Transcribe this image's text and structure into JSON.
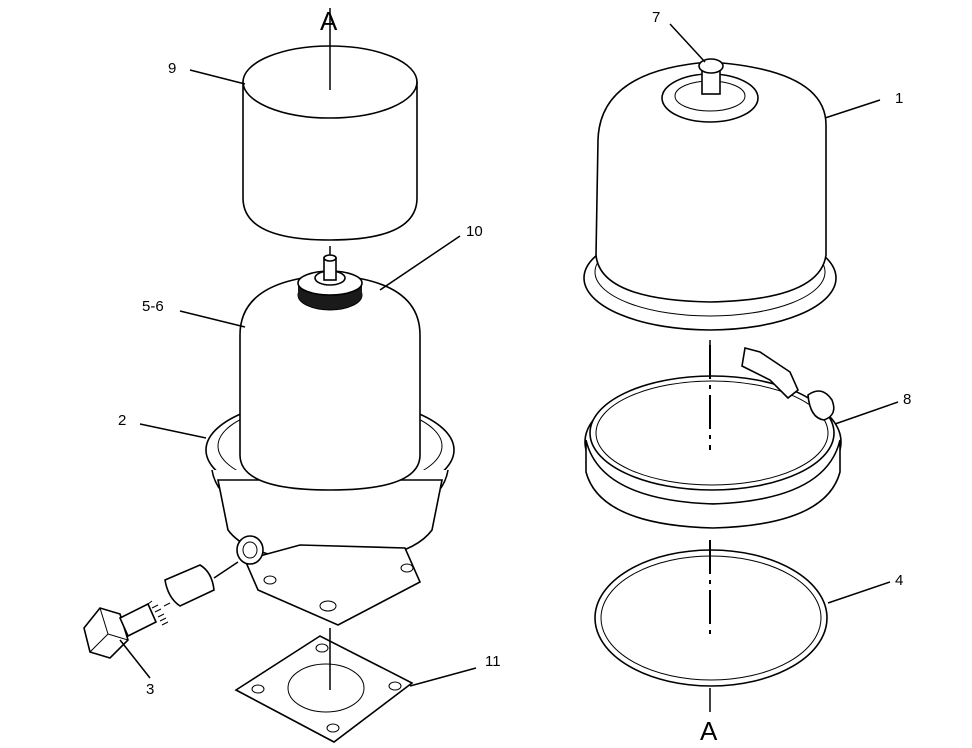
{
  "callouts": {
    "a_top": "A",
    "a_bottom": "A",
    "c1": "1",
    "c2": "2",
    "c3": "3",
    "c4": "4",
    "c5_6": "5-6",
    "c7": "7",
    "c8": "8",
    "c9": "9",
    "c10": "10",
    "c11": "11"
  }
}
